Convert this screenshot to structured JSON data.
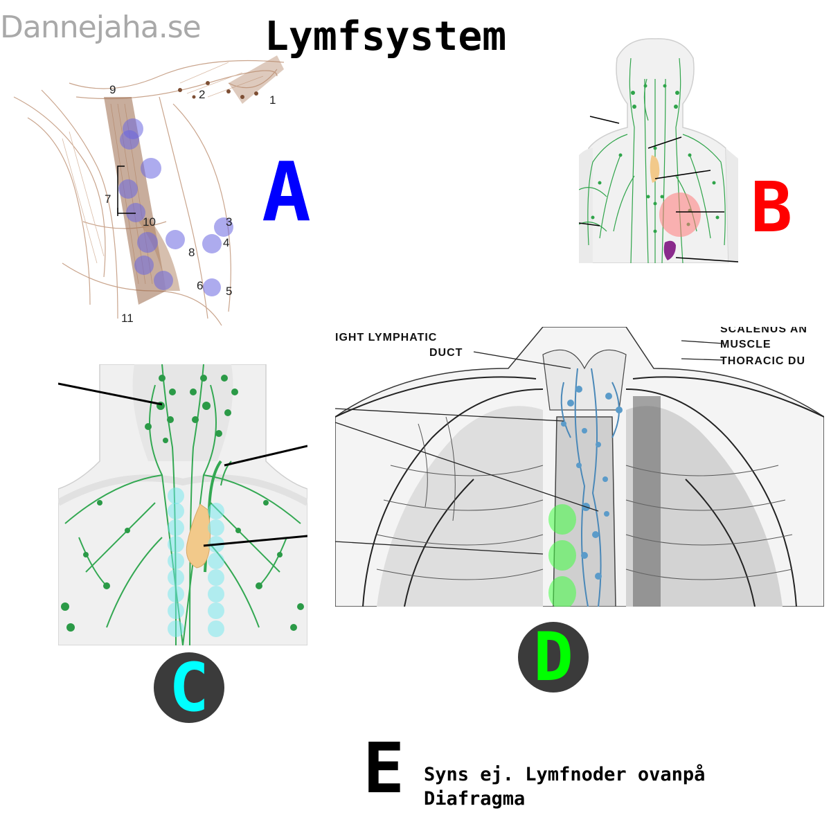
{
  "watermark": "Dannejaha.se",
  "title": "Lymfsystem",
  "colors": {
    "a": "#0000ff",
    "b": "#ff0000",
    "c": "#00ffff",
    "d": "#00ff00",
    "e": "#000000",
    "circle_bg": "#3b3b3b",
    "node_blue": "#6a66e0",
    "node_green": "#22a63a",
    "node_cyan": "#6fe8ee"
  },
  "panels": {
    "a": {
      "letter": "A",
      "numbers": [
        "1",
        "2",
        "3",
        "4",
        "5",
        "6",
        "7",
        "8",
        "9",
        "10",
        "11"
      ]
    },
    "b": {
      "letter": "B"
    },
    "c": {
      "letter": "C"
    },
    "d": {
      "letter": "D",
      "labels": {
        "right_duct_1": "IGHT LYMPHATIC",
        "right_duct_2": "DUCT",
        "scalenus": "SCALENUS AN",
        "muscle": "MUSCLE",
        "thoracic": "THORACIC DU"
      }
    },
    "e": {
      "letter": "E",
      "note_line1": "Syns ej. Lymfnoder ovanpå",
      "note_line2": "Diafragma"
    }
  }
}
